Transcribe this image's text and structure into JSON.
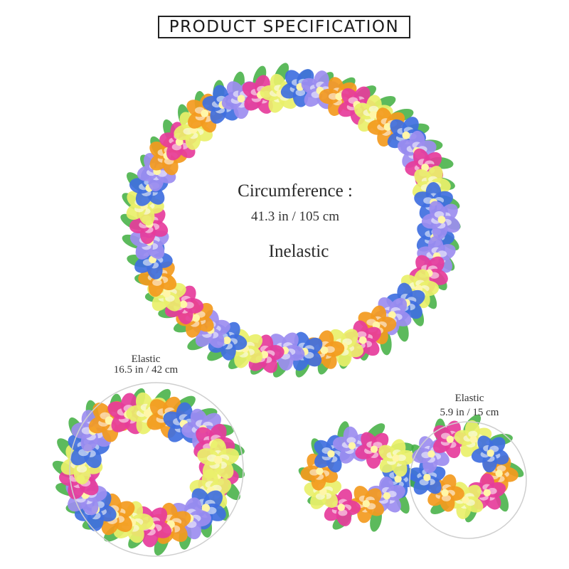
{
  "header": {
    "title": "PRODUCT SPECIFICATION"
  },
  "lei": {
    "title": "Circumference :",
    "size": "41.3 in / 105 cm",
    "note": "Inelastic"
  },
  "headband": {
    "title": "Elastic",
    "size": "16.5 in / 42 cm"
  },
  "wristband": {
    "title": "Elastic",
    "size": "5.9 in / 15 cm"
  },
  "colors": {
    "orange": "#f39a1e",
    "blue": "#3f6fe0",
    "purple": "#9c8df0",
    "pink": "#e63c9b",
    "yellow": "#e9f06a",
    "green": "#3fae3f",
    "outline": "#cfcfcf"
  }
}
